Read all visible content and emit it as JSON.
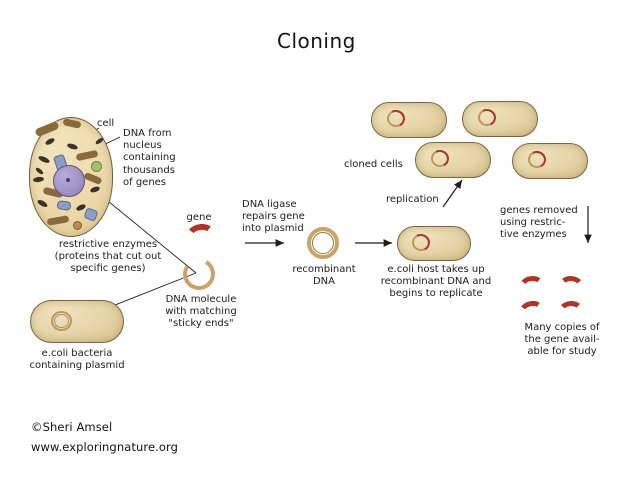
{
  "title": "Cloning",
  "credit": {
    "author": "©Sheri Amsel",
    "website": "www.exploringnature.org"
  },
  "colors": {
    "background": "#ffffff",
    "text": "#1c1c1c",
    "cell_cytoplasm": "#eedcb0",
    "cell_membrane": "#6f5c3a",
    "nucleus": "#a294c6",
    "bacterium": "#e6d5a9",
    "bacterium_outline": "#7a6540",
    "plasmid_ring": "#c8a46a",
    "gene_red": "#ad3528"
  },
  "labels": {
    "cell": "cell",
    "dna_from_nucleus": "DNA from\nnucleus\ncontaining\nthousands\nof genes",
    "restrictive_enzymes": "restrictive enzymes\n(proteins that cut out\nspecific genes)",
    "ecoli_bacteria": "e.coli bacteria\ncontaining plasmid",
    "gene": "gene",
    "dna_molecule": "DNA molecule\nwith matching\n\"sticky ends\"",
    "dna_ligase": "DNA ligase\nrepairs gene\ninto plasmid",
    "recombinant_dna": "recombinant\nDNA",
    "ecoli_host": "e.coli host takes up\nrecombinant DNA and\nbegins to replicate",
    "replication": "replication",
    "cloned_cells": "cloned cells",
    "genes_removed": "genes removed\nusing restric-\ntive enzymes",
    "many_copies": "Many copies of\nthe gene avail-\nable for study"
  },
  "counts": {
    "cloned_cells": 4,
    "gene_copies": 4
  }
}
